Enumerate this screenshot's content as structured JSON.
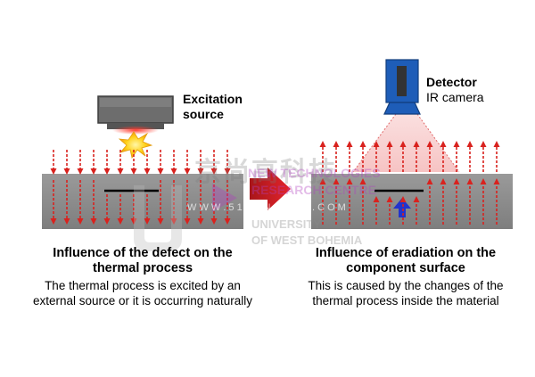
{
  "left": {
    "source_label_line1": "Excitation",
    "source_label_line2": "source",
    "title_line1": "Influence of the defect on the",
    "title_line2": "thermal process",
    "desc_line1": "The thermal process is excited by an",
    "desc_line2": "external source or it is occurring naturally"
  },
  "right": {
    "detector_label": "Detector",
    "camera_label": "IR camera",
    "title_line1": "Influence of eradiation on the",
    "title_line2": "component surface",
    "desc_line1": "This is caused by the changes of the",
    "desc_line2": "thermal process inside the material"
  },
  "watermark": {
    "cn": "京尚高科技",
    "line1": "NEW TECHNOLOGIES",
    "line2": "RESEARCH CENTRE",
    "url": "W W W . 5 1 S E N S O R S . C O M",
    "line3": "UNIVERSITY",
    "line4": "OF WEST BOHEMIA"
  },
  "colors": {
    "slab": "#8c8c8c",
    "heat_arrow": "#e0201c",
    "camera_blue": "#1e5db8",
    "defect": "#000000",
    "process_arrow": "#d9221e",
    "detect_arrow": "#2233cc"
  }
}
